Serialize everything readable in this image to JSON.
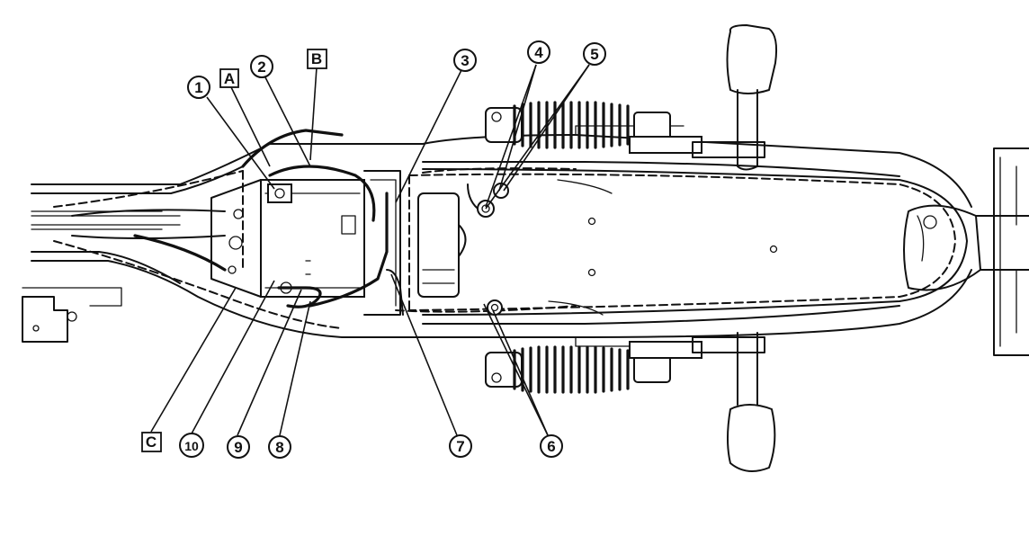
{
  "callouts": {
    "c1": "1",
    "c2": "2",
    "c3": "3",
    "c4": "4",
    "c5": "5",
    "c6": "6",
    "c7": "7",
    "c8": "8",
    "c9": "9",
    "c10": "10",
    "a": "A",
    "b": "B",
    "c": "C"
  },
  "colors": {
    "ink": "#111111",
    "paper": "#ffffff"
  }
}
